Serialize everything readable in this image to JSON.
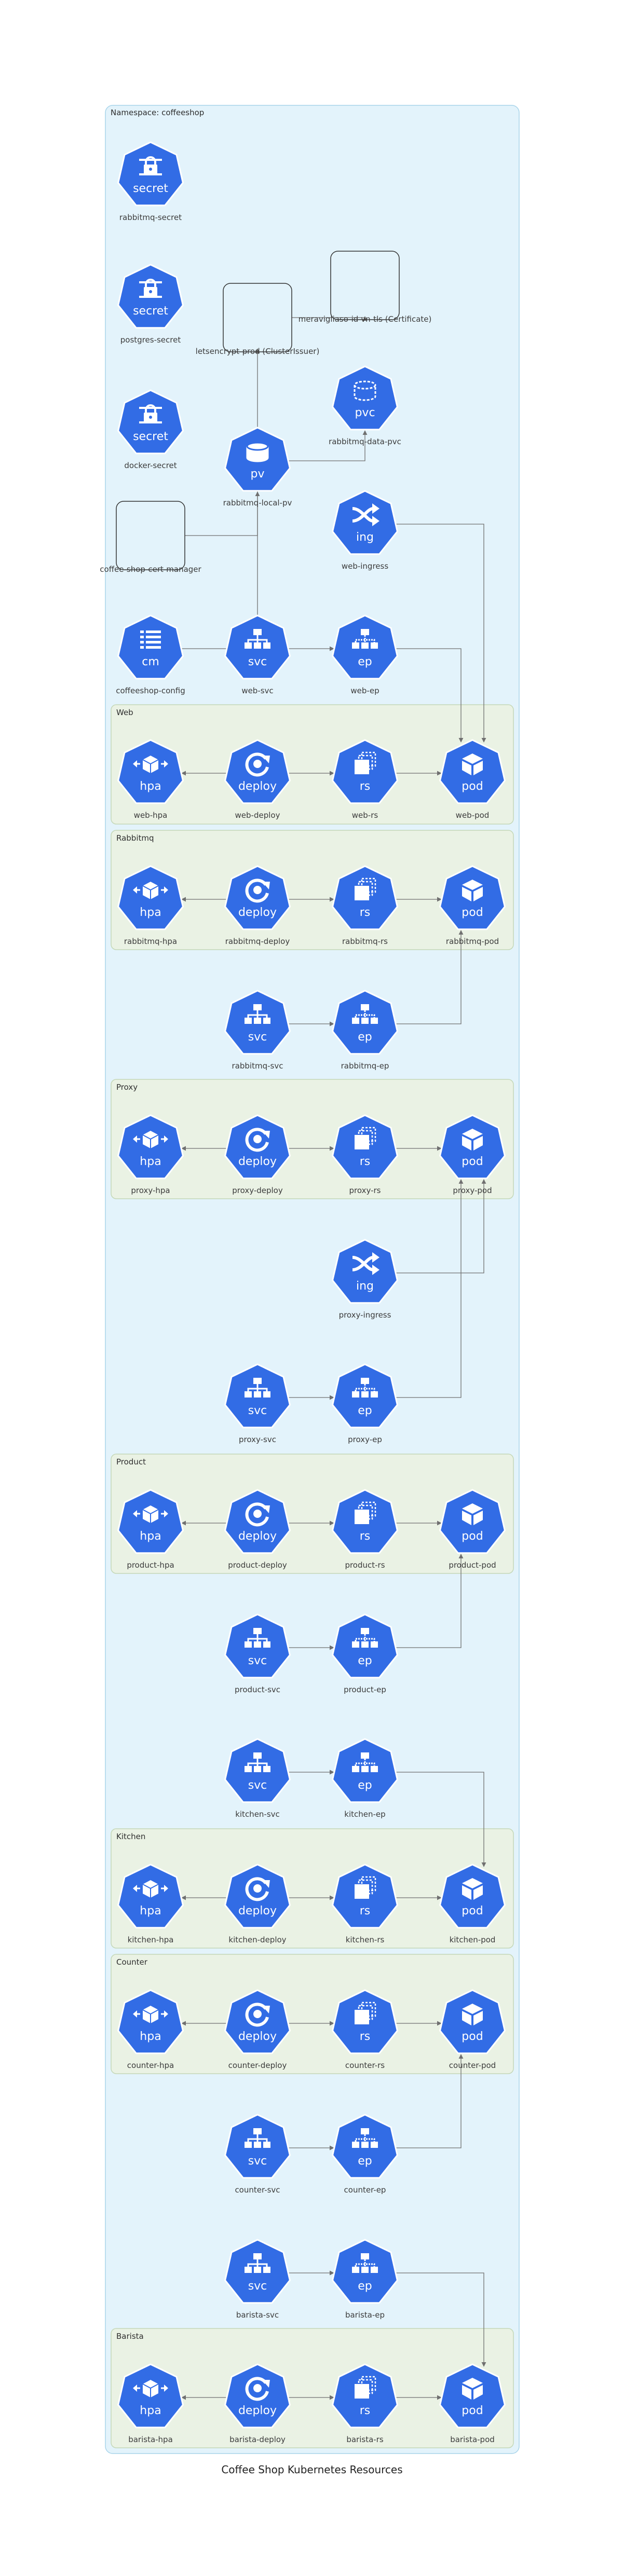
{
  "title": "Coffee Shop Kubernetes Resources",
  "namespace_label": "Namespace: coffeeshop",
  "colors": {
    "namespace_fill": "#e3f3fb",
    "namespace_stroke": "#a8d4ea",
    "group_fill": "#eaf2e4",
    "group_stroke": "#c5d8b8",
    "icon_fill": "#326ce5",
    "edge": "#707070"
  },
  "groups": [
    "Web",
    "Rabbitmq",
    "Proxy",
    "Product",
    "Kitchen",
    "Counter",
    "Barista"
  ],
  "nodes": [
    {
      "label": "rabbitmq-secret",
      "kind": "secret",
      "icon": "secret-icon"
    },
    {
      "label": "postgres-secret",
      "kind": "secret",
      "icon": "secret-icon"
    },
    {
      "label": "docker-secret",
      "kind": "secret",
      "icon": "secret-icon"
    },
    {
      "label": "letsencrypt-prod (ClusterIssuer)",
      "kind": "",
      "icon": "custom-resource-icon"
    },
    {
      "label": "meravigliaso-id-vn-tls (Certificate)",
      "kind": "",
      "icon": "custom-resource-icon"
    },
    {
      "label": "rabbitmq-data-pvc",
      "kind": "pvc",
      "icon": "pvc-icon"
    },
    {
      "label": "rabbitmq-local-pv",
      "kind": "pv",
      "icon": "pv-icon"
    },
    {
      "label": "web-ingress",
      "kind": "ing",
      "icon": "ingress-icon"
    },
    {
      "label": "coffee-shop-cert-manager",
      "kind": "",
      "icon": "custom-resource-icon"
    },
    {
      "label": "coffeeshop-config",
      "kind": "cm",
      "icon": "configmap-icon"
    },
    {
      "label": "web-svc",
      "kind": "svc",
      "icon": "service-icon"
    },
    {
      "label": "web-ep",
      "kind": "ep",
      "icon": "endpoint-icon"
    },
    {
      "label": "web-hpa",
      "kind": "hpa",
      "icon": "hpa-icon"
    },
    {
      "label": "web-deploy",
      "kind": "deploy",
      "icon": "deploy-icon"
    },
    {
      "label": "web-rs",
      "kind": "rs",
      "icon": "replicaset-icon"
    },
    {
      "label": "web-pod",
      "kind": "pod",
      "icon": "pod-icon"
    },
    {
      "label": "rabbitmq-hpa",
      "kind": "hpa",
      "icon": "hpa-icon"
    },
    {
      "label": "rabbitmq-deploy",
      "kind": "deploy",
      "icon": "deploy-icon"
    },
    {
      "label": "rabbitmq-rs",
      "kind": "rs",
      "icon": "replicaset-icon"
    },
    {
      "label": "rabbitmq-pod",
      "kind": "pod",
      "icon": "pod-icon"
    },
    {
      "label": "rabbitmq-svc",
      "kind": "svc",
      "icon": "service-icon"
    },
    {
      "label": "rabbitmq-ep",
      "kind": "ep",
      "icon": "endpoint-icon"
    },
    {
      "label": "proxy-hpa",
      "kind": "hpa",
      "icon": "hpa-icon"
    },
    {
      "label": "proxy-deploy",
      "kind": "deploy",
      "icon": "deploy-icon"
    },
    {
      "label": "proxy-rs",
      "kind": "rs",
      "icon": "replicaset-icon"
    },
    {
      "label": "proxy-pod",
      "kind": "pod",
      "icon": "pod-icon"
    },
    {
      "label": "proxy-ingress",
      "kind": "ing",
      "icon": "ingress-icon"
    },
    {
      "label": "proxy-svc",
      "kind": "svc",
      "icon": "service-icon"
    },
    {
      "label": "proxy-ep",
      "kind": "ep",
      "icon": "endpoint-icon"
    },
    {
      "label": "product-hpa",
      "kind": "hpa",
      "icon": "hpa-icon"
    },
    {
      "label": "product-deploy",
      "kind": "deploy",
      "icon": "deploy-icon"
    },
    {
      "label": "product-rs",
      "kind": "rs",
      "icon": "replicaset-icon"
    },
    {
      "label": "product-pod",
      "kind": "pod",
      "icon": "pod-icon"
    },
    {
      "label": "product-svc",
      "kind": "svc",
      "icon": "service-icon"
    },
    {
      "label": "product-ep",
      "kind": "ep",
      "icon": "endpoint-icon"
    },
    {
      "label": "kitchen-svc",
      "kind": "svc",
      "icon": "service-icon"
    },
    {
      "label": "kitchen-ep",
      "kind": "ep",
      "icon": "endpoint-icon"
    },
    {
      "label": "kitchen-hpa",
      "kind": "hpa",
      "icon": "hpa-icon"
    },
    {
      "label": "kitchen-deploy",
      "kind": "deploy",
      "icon": "deploy-icon"
    },
    {
      "label": "kitchen-rs",
      "kind": "rs",
      "icon": "replicaset-icon"
    },
    {
      "label": "kitchen-pod",
      "kind": "pod",
      "icon": "pod-icon"
    },
    {
      "label": "counter-hpa",
      "kind": "hpa",
      "icon": "hpa-icon"
    },
    {
      "label": "counter-deploy",
      "kind": "deploy",
      "icon": "deploy-icon"
    },
    {
      "label": "counter-rs",
      "kind": "rs",
      "icon": "replicaset-icon"
    },
    {
      "label": "counter-pod",
      "kind": "pod",
      "icon": "pod-icon"
    },
    {
      "label": "counter-svc",
      "kind": "svc",
      "icon": "service-icon"
    },
    {
      "label": "counter-ep",
      "kind": "ep",
      "icon": "endpoint-icon"
    },
    {
      "label": "barista-svc",
      "kind": "svc",
      "icon": "service-icon"
    },
    {
      "label": "barista-ep",
      "kind": "ep",
      "icon": "endpoint-icon"
    },
    {
      "label": "barista-hpa",
      "kind": "hpa",
      "icon": "hpa-icon"
    },
    {
      "label": "barista-deploy",
      "kind": "deploy",
      "icon": "deploy-icon"
    },
    {
      "label": "barista-rs",
      "kind": "rs",
      "icon": "replicaset-icon"
    },
    {
      "label": "barista-pod",
      "kind": "pod",
      "icon": "pod-icon"
    }
  ],
  "edges": [
    [
      "letsencrypt-prod (ClusterIssuer)",
      "meravigliaso-id-vn-tls (Certificate)"
    ],
    [
      "rabbitmq-local-pv",
      "rabbitmq-data-pvc"
    ],
    [
      "coffee-shop-cert-manager",
      "letsencrypt-prod (ClusterIssuer)"
    ],
    [
      "coffeeshop-config",
      "rabbitmq-local-pv"
    ],
    [
      "web-svc",
      "web-ep"
    ],
    [
      "web-ingress",
      "web-pod"
    ],
    [
      "web-ep",
      "web-pod"
    ],
    [
      "web-deploy",
      "web-hpa"
    ],
    [
      "web-deploy",
      "web-rs"
    ],
    [
      "web-rs",
      "web-pod"
    ],
    [
      "rabbitmq-deploy",
      "rabbitmq-hpa"
    ],
    [
      "rabbitmq-deploy",
      "rabbitmq-rs"
    ],
    [
      "rabbitmq-rs",
      "rabbitmq-pod"
    ],
    [
      "rabbitmq-svc",
      "rabbitmq-ep"
    ],
    [
      "rabbitmq-ep",
      "rabbitmq-pod"
    ],
    [
      "proxy-deploy",
      "proxy-hpa"
    ],
    [
      "proxy-deploy",
      "proxy-rs"
    ],
    [
      "proxy-rs",
      "proxy-pod"
    ],
    [
      "proxy-ingress",
      "proxy-pod"
    ],
    [
      "proxy-svc",
      "proxy-ep"
    ],
    [
      "proxy-ep",
      "proxy-pod"
    ],
    [
      "product-deploy",
      "product-hpa"
    ],
    [
      "product-deploy",
      "product-rs"
    ],
    [
      "product-rs",
      "product-pod"
    ],
    [
      "product-svc",
      "product-ep"
    ],
    [
      "product-ep",
      "product-pod"
    ],
    [
      "kitchen-svc",
      "kitchen-ep"
    ],
    [
      "kitchen-ep",
      "kitchen-pod"
    ],
    [
      "kitchen-deploy",
      "kitchen-hpa"
    ],
    [
      "kitchen-deploy",
      "kitchen-rs"
    ],
    [
      "kitchen-rs",
      "kitchen-pod"
    ],
    [
      "counter-deploy",
      "counter-hpa"
    ],
    [
      "counter-deploy",
      "counter-rs"
    ],
    [
      "counter-rs",
      "counter-pod"
    ],
    [
      "counter-svc",
      "counter-ep"
    ],
    [
      "counter-ep",
      "counter-pod"
    ],
    [
      "barista-svc",
      "barista-ep"
    ],
    [
      "barista-ep",
      "barista-pod"
    ],
    [
      "barista-deploy",
      "barista-hpa"
    ],
    [
      "barista-deploy",
      "barista-rs"
    ],
    [
      "barista-rs",
      "barista-pod"
    ]
  ]
}
